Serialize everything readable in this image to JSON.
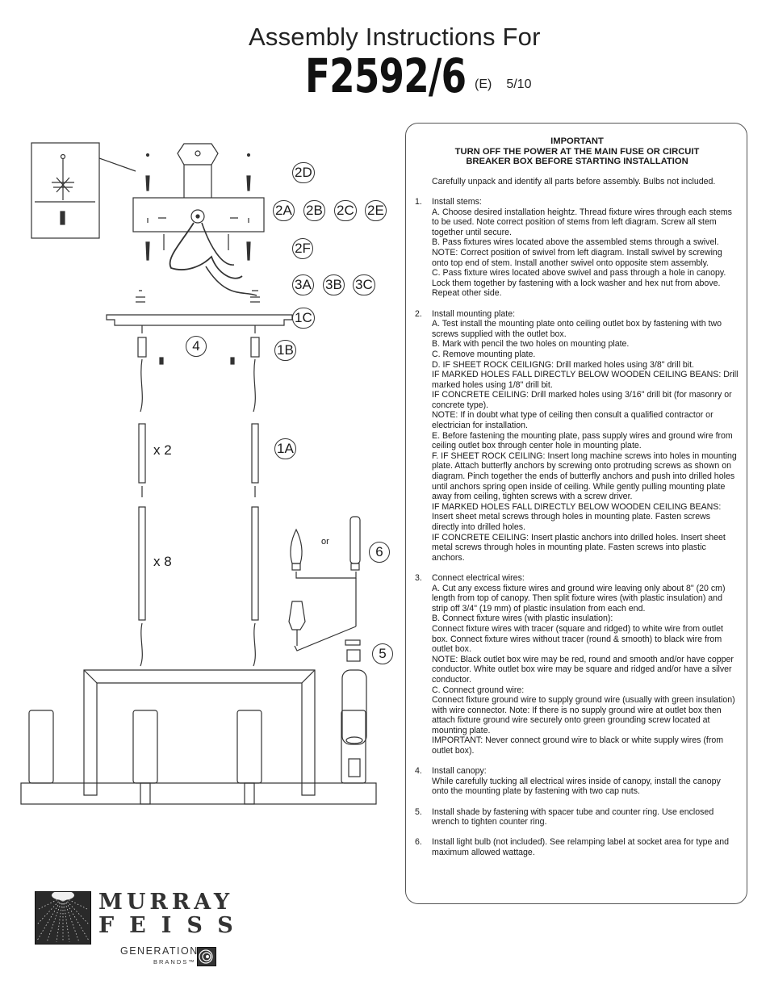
{
  "header": {
    "title": "Assembly Instructions For",
    "model": "F2592/6",
    "edition": "(E)",
    "date": "5/10"
  },
  "important": {
    "line1": "IMPORTANT",
    "line2": "TURN OFF THE POWER AT THE MAIN FUSE OR CIRCUIT",
    "line3": "BREAKER BOX BEFORE STARTING INSTALLATION"
  },
  "intro": "Carefully unpack and identify all parts before assembly.  Bulbs not included.",
  "steps": [
    {
      "num": "1.",
      "lines": [
        "Install stems:",
        "A.  Choose desired installation heightz.  Thread fixture wires through each stems to be used. Note correct position of stems from left diagram. Screw all stem together until secure.",
        "B.  Pass fixtures wires located above the assembled stems through a swivel. NOTE: Correct position of swivel from left diagram. Install swivel by screwing onto top end of stem. Install another swivel onto opposite stem assembly.",
        "C.  Pass fixture wires located above swivel and pass through a hole in canopy. Lock them together by fastening with a lock washer and hex nut from above. Repeat other side."
      ]
    },
    {
      "num": "2.",
      "lines": [
        "Install mounting plate:",
        "A.  Test install the mounting plate onto ceiling outlet box by fastening with two screws supplied with the outlet box.",
        "B.  Mark with pencil the two holes on mounting plate.",
        "C.  Remove mounting plate.",
        "D.  IF SHEET ROCK CEILIGNG: Drill marked holes using 3/8\" drill bit.",
        "IF MARKED HOLES FALL DIRECTLY BELOW WOODEN CEILING BEANS: Drill marked holes using 1/8\" drill bit.",
        "IF CONCRETE CEILING: Drill marked holes using 3/16\" drill bit (for masonry or concrete type).",
        "NOTE: If in doubt what type of ceiling then consult a qualified contractor or electrician for installation.",
        "E.  Before fastening the mounting plate, pass supply wires and ground wire from ceiling outlet box through center hole in mounting plate.",
        "F.  IF SHEET ROCK CEILING: Insert long machine screws into holes in mounting plate. Attach butterfly anchors by screwing onto protruding screws as shown on diagram. Pinch together the ends of butterfly anchors and push into drilled holes until anchors spring open inside of ceiling. While gently pulling mounting plate away from ceiling, tighten screws with a screw driver.",
        "IF MARKED HOLES FALL DIRECTLY BELOW WOODEN CEILING BEANS: Insert sheet metal screws through holes in mounting plate. Fasten screws directly into drilled holes.",
        "IF CONCRETE CEILING: Insert plastic anchors into drilled holes. Insert sheet metal screws through holes in mounting plate. Fasten screws into plastic anchors."
      ]
    },
    {
      "num": "3.",
      "lines": [
        "Connect electrical wires:",
        "A.  Cut any excess fixture wires and ground wire leaving only about 8\" (20 cm) length from top of canopy. Then split fixture wires (with plastic insulation) and strip off 3/4\" (19 mm) of plastic insulation from each end.",
        "B.  Connect fixture wires (with plastic insulation):",
        "Connect fixture wires with tracer (square and ridged) to white wire from outlet box.  Connect fixture wires without tracer (round & smooth) to black wire from outlet box.",
        "NOTE: Black outlet box wire may be red, round and smooth and/or have copper conductor. White outlet box wire may be square and ridged and/or have a silver conductor.",
        "C.  Connect ground wire:",
        "Connect fixture ground wire to supply ground wire (usually with green insulation) with wire connector. Note: If there is no supply ground wire at outlet box then attach fixture ground wire securely onto green grounding screw located at mounting plate.",
        "IMPORTANT: Never connect ground wire to black or white supply wires (from outlet box)."
      ]
    },
    {
      "num": "4.",
      "lines": [
        "Install canopy:",
        "While carefully tucking all electrical wires inside of canopy, install the canopy onto the mounting plate by fastening with two cap nuts."
      ]
    },
    {
      "num": "5.",
      "lines": [
        "Install shade by fastening with spacer tube and counter ring.  Use enclosed wrench to tighten counter ring."
      ]
    },
    {
      "num": "6.",
      "lines": [
        "Install light bulb (not included).  See relamping label at socket area for type and maximum allowed wattage."
      ]
    }
  ],
  "diagram": {
    "callouts": [
      "2D",
      "2A",
      "2B",
      "2C",
      "2E",
      "2F",
      "3A",
      "3B",
      "3C",
      "1C",
      "4",
      "1B",
      "1A",
      "6",
      "5"
    ],
    "qty_short": "x 2",
    "qty_long": "x 8",
    "or_label": "or"
  },
  "logo": {
    "line1": "MURRAY",
    "line2": "FEISS",
    "generation": "GENERATION",
    "brands": "BRANDS™"
  }
}
